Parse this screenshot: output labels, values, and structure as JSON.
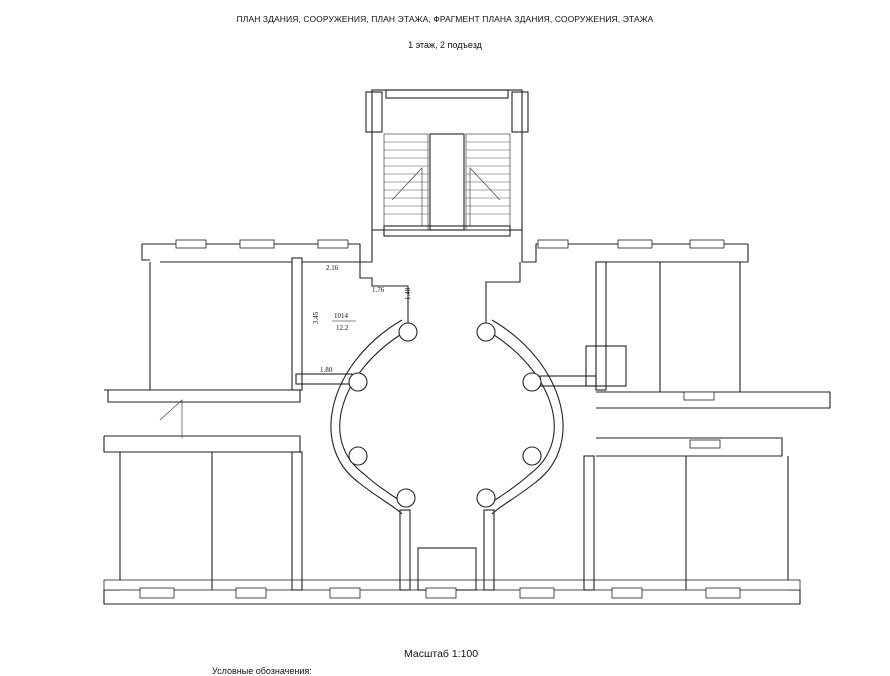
{
  "header": {
    "title": "ПЛАН ЗДАНИЯ, СООРУЖЕНИЯ, ПЛАН ЭТАЖА, ФРАГМЕНТ ПЛАНА ЗДАНИЯ, СООРУЖЕНИЯ, ЭТАЖА",
    "subtitle": "1 этаж, 2 подъезд"
  },
  "plan": {
    "room_number": "1014",
    "room_area": "12.2",
    "dimensions": {
      "d1": "2.16",
      "d2": "3.45",
      "d3": "1.76",
      "d4": "1.48",
      "d5": "1.80"
    }
  },
  "footer": {
    "scale": "Масштаб 1:100",
    "legend": "Условные обозначения:"
  }
}
